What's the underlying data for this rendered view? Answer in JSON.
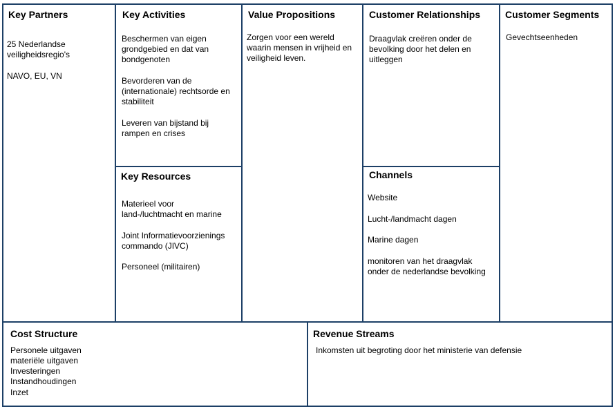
{
  "canvas": {
    "key_partners": {
      "title": "Key Partners",
      "lines": [
        "25 Nederlandse",
        "veiligheidsregio's",
        "NAVO, EU, VN"
      ]
    },
    "key_activities": {
      "title": "Key Activities",
      "lines": [
        "Beschermen van eigen",
        "grondgebied en dat van",
        "bondgenoten",
        "Bevorderen van de",
        "(internationale) rechtsorde en",
        "stabiliteit",
        "Leveren van bijstand bij",
        "rampen en crises"
      ]
    },
    "key_resources": {
      "title": "Key Resources",
      "lines": [
        "Materieel voor",
        "land-/luchtmacht en marine",
        "Joint Informatievoorzienings",
        "commando (JIVC)",
        "Personeel (militairen)"
      ]
    },
    "value_propositions": {
      "title": "Value Propositions",
      "lines": [
        "Zorgen voor een wereld",
        "waarin mensen in vrijheid en",
        "veiligheid leven."
      ]
    },
    "customer_relationships": {
      "title": "Customer Relationships",
      "lines": [
        "Draagvlak creëren onder de",
        "bevolking door het delen en",
        "uitleggen"
      ]
    },
    "channels": {
      "title": "Channels",
      "lines": [
        "Website",
        "Lucht-/landmacht dagen",
        "Marine dagen",
        "monitoren van het draagvlak",
        "onder de nederlandse bevolking"
      ]
    },
    "customer_segments": {
      "title": "Customer Segments",
      "lines": [
        "Gevechtseenheden"
      ]
    },
    "cost_structure": {
      "title": "Cost Structure",
      "lines": [
        "Personele uitgaven",
        "materiële uitgaven",
        "Investeringen",
        "Instandhoudingen",
        "Inzet"
      ]
    },
    "revenue_streams": {
      "title": "Revenue Streams",
      "lines": [
        "Inkomsten uit begroting door het ministerie van defensie"
      ]
    }
  }
}
